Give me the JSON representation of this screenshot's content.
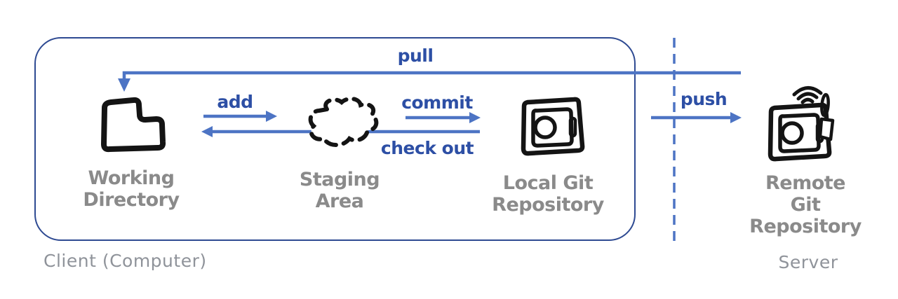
{
  "edges": {
    "pull": "pull",
    "add": "add",
    "commit": "commit",
    "check_out": "check out",
    "push": "push"
  },
  "nodes": {
    "working_directory": "Working\nDirectory",
    "staging_area": "Staging\nArea",
    "local_repo": "Local Git\nRepository",
    "remote_repo": "Remote Git\nRepository"
  },
  "regions": {
    "client": "Client (Computer)",
    "server": "Server"
  },
  "icons": {
    "working_directory": "folder-icon",
    "staging_area": "cloud-dashed-icon",
    "local_repo": "safe-box-icon",
    "remote_repo": "safe-box-wifi-icon"
  },
  "colors": {
    "arrow_blue": "#4d74c4",
    "edge_label_blue": "#2d4fa5",
    "box_border_navy": "#2e4a92",
    "node_label_gray": "#8a8a8a",
    "region_label_gray": "#8f939a",
    "icon_black": "#141414",
    "background": "#ffffff"
  }
}
